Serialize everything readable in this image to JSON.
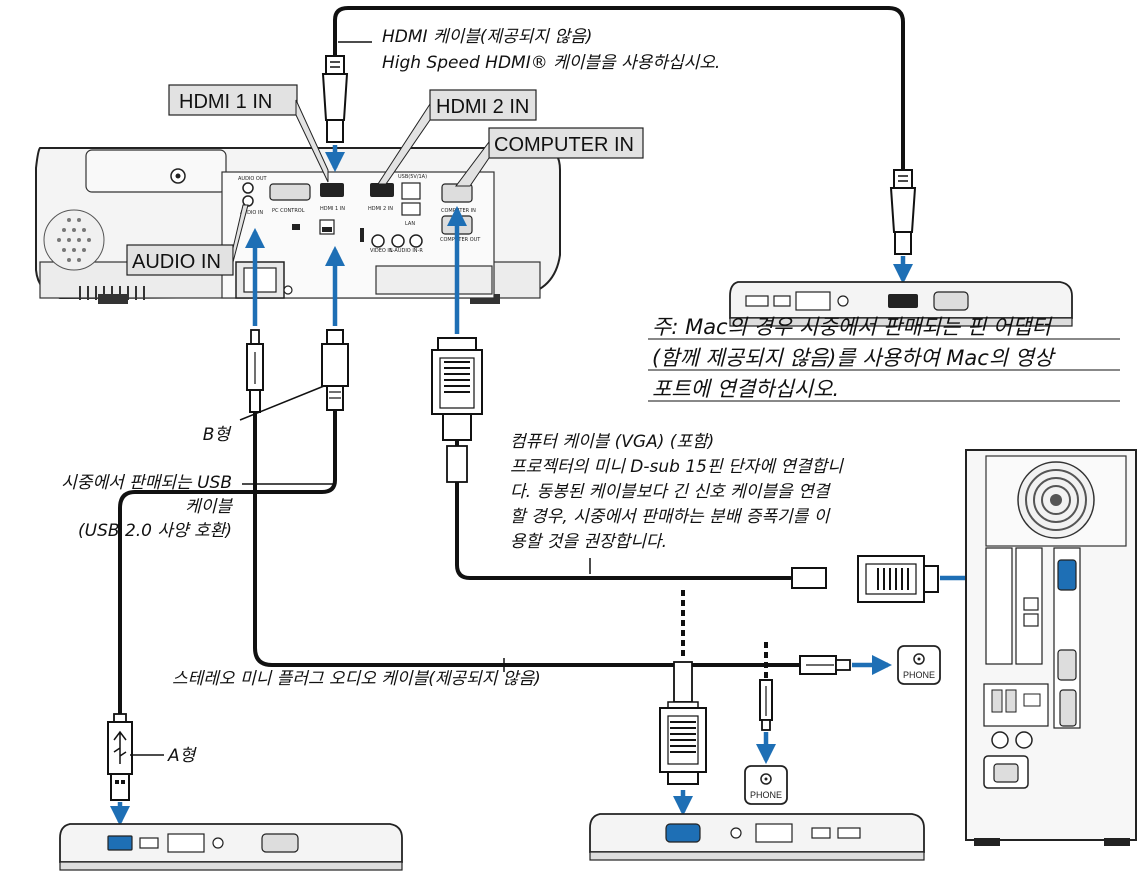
{
  "ports": {
    "hdmi1": "HDMI 1 IN",
    "hdmi2": "HDMI 2 IN",
    "computer_in": "COMPUTER IN",
    "audio_in": "AUDIO IN"
  },
  "projector_panel": {
    "audio_out": "AUDIO OUT",
    "pc_control": "PC CONTROL",
    "hdmi1_in": "HDMI 1 IN",
    "hdmi2_in": "HDMI 2 IN",
    "usb_power": "USB(5V/1A)",
    "lan": "LAN",
    "computer_in": "COMPUTER IN",
    "computer_out": "COMPUTER OUT",
    "audio_in": "AUDIO IN",
    "video_in": "VIDEO IN",
    "l_audio_in_r": "L-AUDIO IN-R"
  },
  "notes": {
    "hdmi_cable_1": "HDMI 케이블(제공되지 않음)",
    "hdmi_cable_2": "High Speed HDMI® 케이블을 사용하십시오.",
    "mac_note_1": "주: Mac의 경우 시중에서 판매되는 핀 어댑터",
    "mac_note_2": "(함께 제공되지 않음)를 사용하여 Mac의 영상",
    "mac_note_3": "포트에 연결하십시오.",
    "type_b": "B형",
    "usb_cable_1": "시중에서 판매되는 USB",
    "usb_cable_2": "케이블",
    "usb_cable_3": "(USB 2.0 사양 호환)",
    "vga_1": "컴퓨터 케이블 (VGA) (포함)",
    "vga_2": "프로젝터의 미니 D-sub 15핀 단자에 연결합니",
    "vga_3": "다. 동봉된 케이블보다 긴 신호 케이블을 연결",
    "vga_4": "할 경우, 시중에서 판매하는 분배 증폭기를 이",
    "vga_5": "용할 것을 권장합니다.",
    "stereo": "스테레오 미니 플러그 오디오 케이블(제공되지 않음)",
    "type_a": "A형"
  },
  "phone_label": "PHONE",
  "colors": {
    "arrow": "#1e6fb5",
    "cable": "#111111",
    "label_box": "#e2e2e2"
  }
}
